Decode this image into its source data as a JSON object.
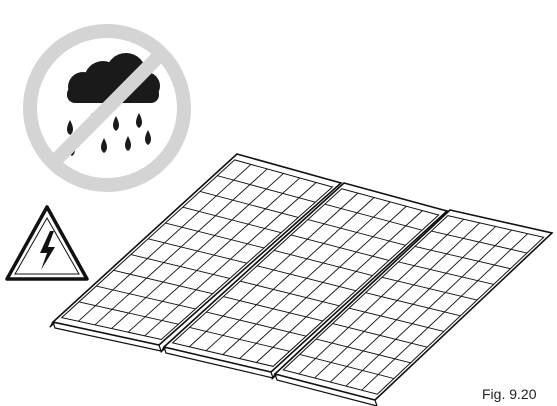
{
  "caption": "Fig. 9.20",
  "illustration": {
    "prohibition_sign": {
      "symbol": "no-rain",
      "icon": "rain-cloud-icon"
    },
    "warning_sign": {
      "symbol": "electrical-hazard",
      "icon": "lightning-bolt-icon"
    },
    "solar_panels": {
      "count": 3,
      "cell_columns": 6,
      "cell_rows": 10
    }
  },
  "colors": {
    "prohibition_ring": "#d4d4d4",
    "prohibition_fill": "#ffffff",
    "cloud": "#1a1a1a",
    "outline": "#111111",
    "background": "#ffffff"
  }
}
